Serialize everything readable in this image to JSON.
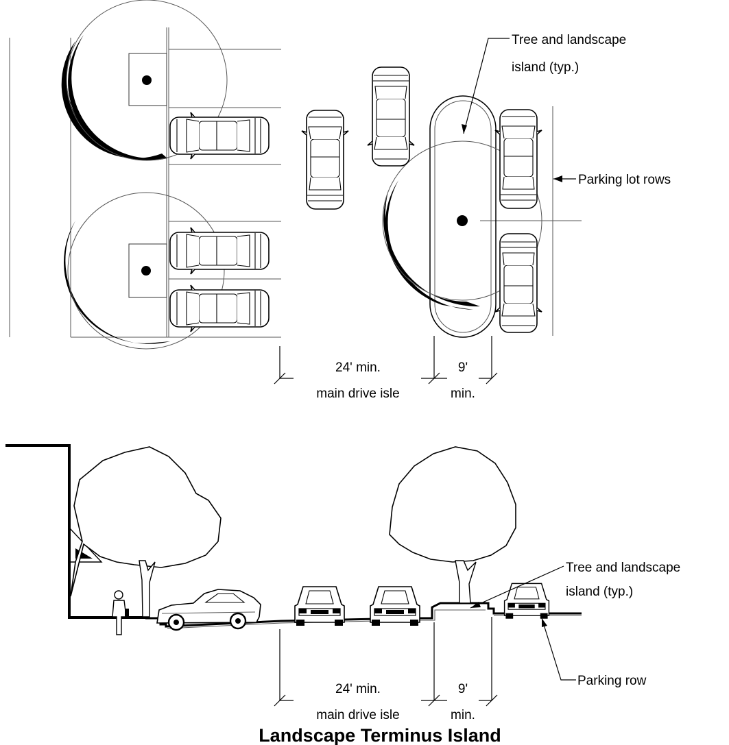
{
  "labels": {
    "tree_island_plan": [
      "Tree and landscape",
      "island (typ.)"
    ],
    "parking_lot_rows": "Parking lot rows",
    "aisle_plan": [
      "24' min.",
      "main drive isle"
    ],
    "island_width_plan": [
      "9'",
      "min."
    ],
    "tree_island_section": [
      "Tree and landscape",
      "island (typ.)"
    ],
    "parking_row": "Parking row",
    "aisle_section": [
      "24' min.",
      "main drive isle"
    ],
    "island_width_section": [
      "9'",
      "min."
    ]
  },
  "title": "Landscape Terminus Island"
}
